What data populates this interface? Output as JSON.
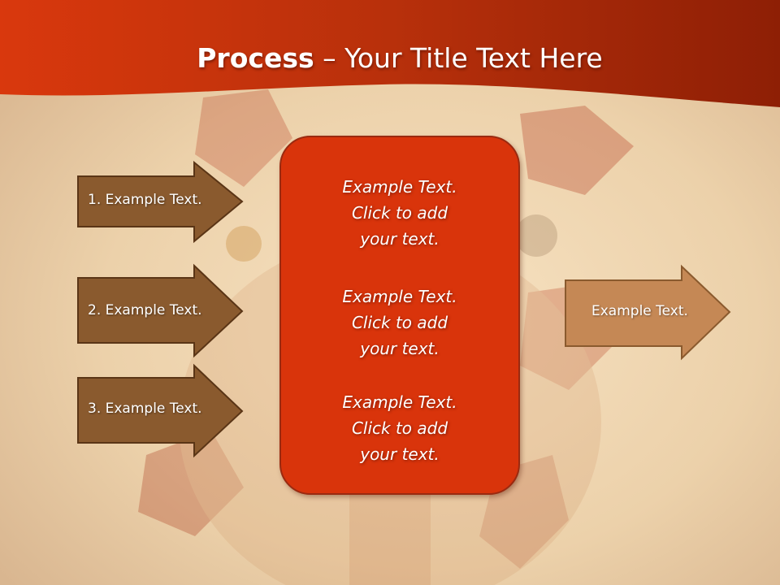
{
  "slide": {
    "title_bold": "Process",
    "title_rest": " – Your Title Text Here"
  },
  "inputs": [
    {
      "label": "1. Example Text."
    },
    {
      "label": "2. Example Text."
    },
    {
      "label": "3. Example Text."
    }
  ],
  "center_box": {
    "paragraphs": [
      {
        "line1": "Example Text.",
        "line2": "Click  to add",
        "line3": "your text."
      },
      {
        "line1": "Example Text.",
        "line2": "Click  to add",
        "line3": "your text."
      },
      {
        "line1": "Example Text.",
        "line2": "Click  to add",
        "line3": "your text."
      }
    ]
  },
  "output": {
    "label": "Example Text."
  },
  "colors": {
    "header": "#c8300c",
    "input_arrow": "#8a5a2e",
    "output_arrow": "#c58855",
    "center_box": "#d9340b"
  }
}
